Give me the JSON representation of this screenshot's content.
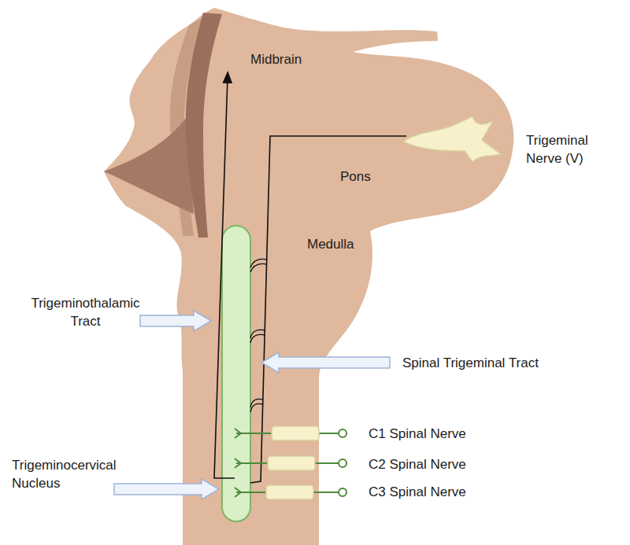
{
  "diagram": {
    "labels": [
      "Midbrain",
      "Trigeminal Nerve (V)",
      "Pons",
      "Medulla",
      "Trigeminothalamic Tract",
      "Spinal Trigeminal Tract",
      "C1 Spinal Nerve",
      "C2 Spinal Nerve",
      "Trigeminocervical Nucleus",
      "C3 Spinal Nerve"
    ]
  }
}
